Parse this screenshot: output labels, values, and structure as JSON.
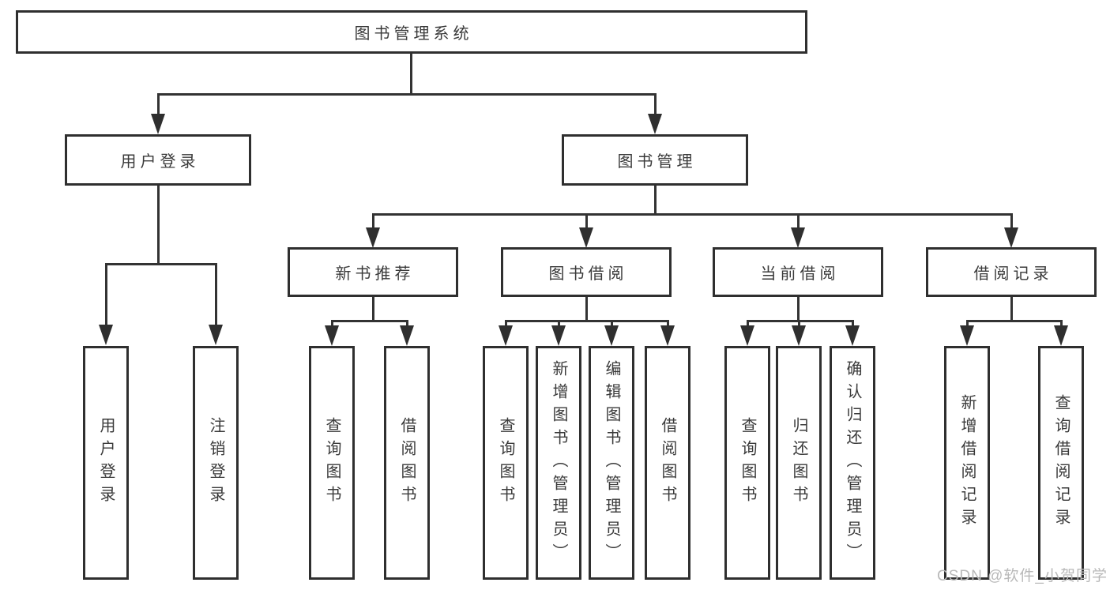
{
  "title": "图书管理系统",
  "level2": [
    {
      "label": "用户登录"
    },
    {
      "label": "图书管理"
    }
  ],
  "level3": [
    {
      "label": "新书推荐"
    },
    {
      "label": "图书借阅"
    },
    {
      "label": "当前借阅"
    },
    {
      "label": "借阅记录"
    }
  ],
  "leaves": [
    {
      "label": "用户登录",
      "parent": "用户登录"
    },
    {
      "label": "注销登录",
      "parent": "用户登录"
    },
    {
      "label": "查询图书",
      "parent": "新书推荐"
    },
    {
      "label": "借阅图书",
      "parent": "新书推荐"
    },
    {
      "label": "查询图书",
      "parent": "图书借阅"
    },
    {
      "label": "新增图书（管理员）",
      "parent": "图书借阅"
    },
    {
      "label": "编辑图书（管理员）",
      "parent": "图书借阅"
    },
    {
      "label": "借阅图书",
      "parent": "图书借阅"
    },
    {
      "label": "查询图书",
      "parent": "当前借阅"
    },
    {
      "label": "归还图书",
      "parent": "当前借阅"
    },
    {
      "label": "确认归还（管理员）",
      "parent": "当前借阅"
    },
    {
      "label": "新增借阅记录",
      "parent": "借阅记录"
    },
    {
      "label": "查询借阅记录",
      "parent": "借阅记录"
    }
  ],
  "watermark": "CSDN @软件_小贺同学",
  "colors": {
    "line": "#333333",
    "box_border": "#2f2f2f",
    "text": "#3a3a3a",
    "watermark": "#b9b9b9",
    "background": "#ffffff"
  }
}
